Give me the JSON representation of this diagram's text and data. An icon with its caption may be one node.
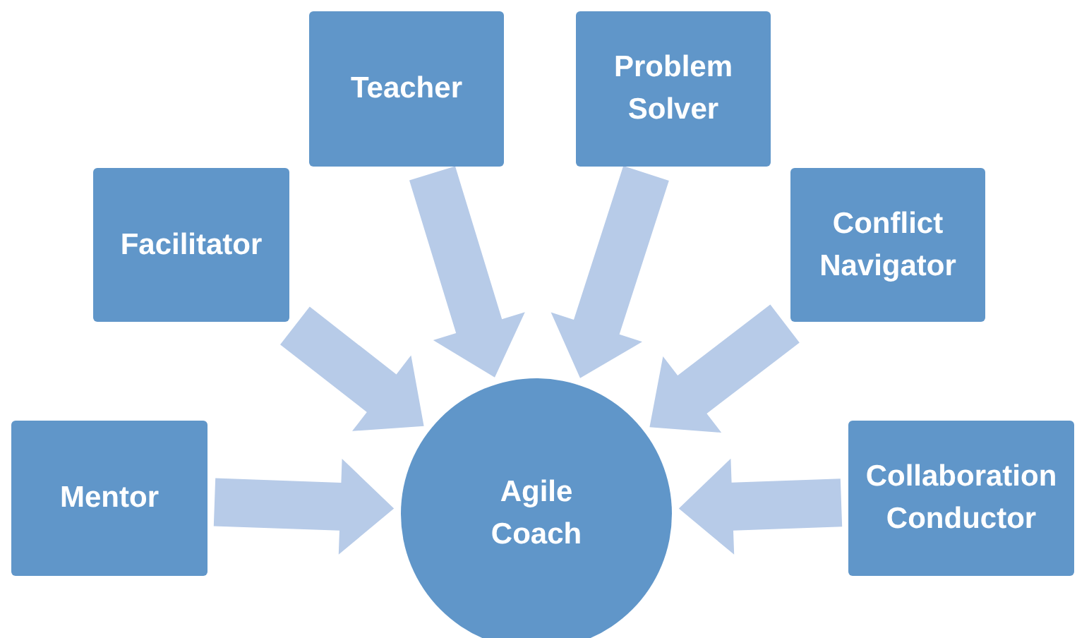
{
  "diagram": {
    "nodes": [
      {
        "text": [
          "Teacher"
        ]
      },
      {
        "text": [
          "Problem Solver"
        ]
      },
      {
        "text": [
          "Facilitator"
        ]
      },
      {
        "text": [
          "Conflict Navigator"
        ]
      },
      {
        "text": [
          "Mentor"
        ]
      },
      {
        "text": [
          "Agile Coach"
        ]
      },
      {
        "text": [
          "Collaboration Conductor"
        ]
      }
    ],
    "edges": [
      {
        "from": 0,
        "to": 5,
        "arrow": "to"
      },
      {
        "from": 1,
        "to": 5,
        "arrow": "to"
      },
      {
        "from": 2,
        "to": 5,
        "arrow": "to"
      },
      {
        "from": 3,
        "to": 5,
        "arrow": "to"
      },
      {
        "from": 4,
        "to": 5,
        "arrow": "to"
      },
      {
        "from": 6,
        "to": 5,
        "arrow": "to"
      }
    ]
  }
}
